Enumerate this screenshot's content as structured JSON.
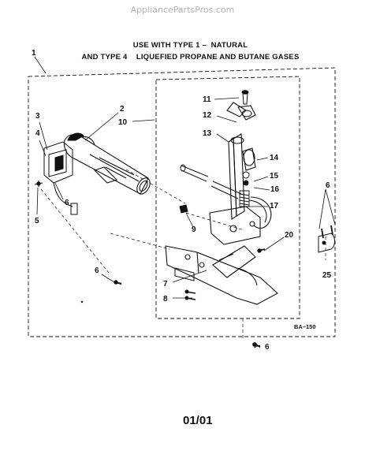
{
  "watermark": "AppliancePartsPros.com",
  "header": {
    "line1": "USE WITH TYPE 1 –  NATURAL",
    "line2": "AND TYPE 4    LIQUEFIED PROPANE AND BUTANE GASES"
  },
  "callouts": {
    "c1": "1",
    "c2": "2",
    "c3": "3",
    "c4": "4",
    "c5": "5",
    "c6a": "6",
    "c6b": "6",
    "c6c": "6",
    "c6d": "6",
    "c7": "7",
    "c8": "8",
    "c9": "9",
    "c10": "10",
    "c11": "11",
    "c12": "12",
    "c13": "13",
    "c14": "14",
    "c15": "15",
    "c16": "16",
    "c17": "17",
    "c20": "20",
    "c25": "25"
  },
  "drawing_code": "BA–150",
  "footer_code": "01/01",
  "colors": {
    "ink": "#111111",
    "watermark": "#b5b5b5",
    "paper": "#ffffff"
  }
}
